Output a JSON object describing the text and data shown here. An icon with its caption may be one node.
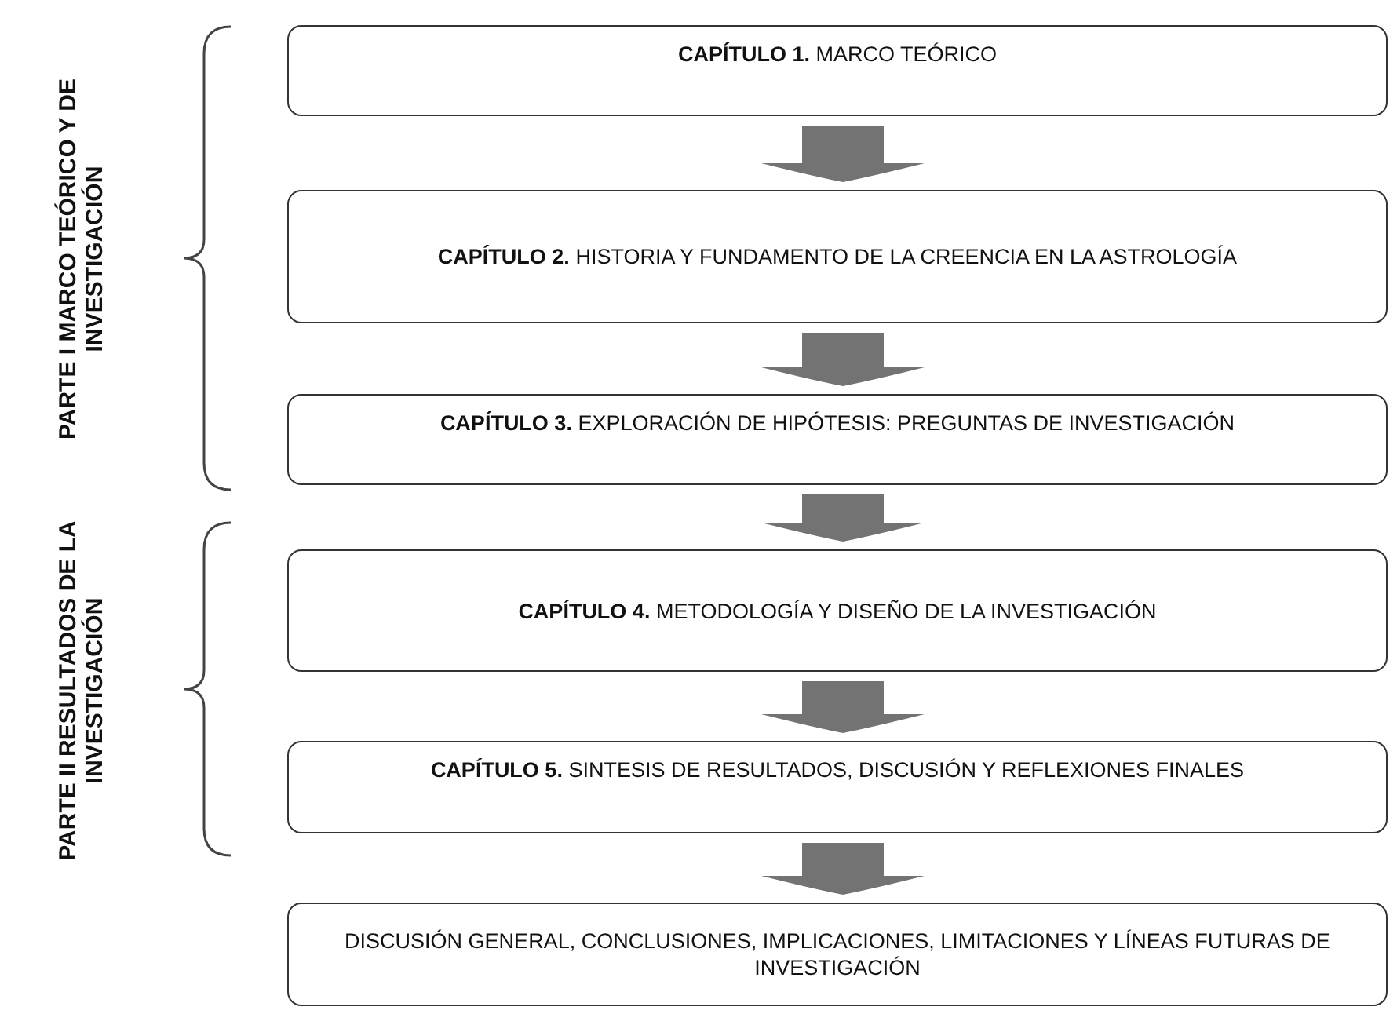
{
  "diagram": {
    "nodes": [
      {
        "text": [
          "**CAPÍTULO 1.** MARCO TEÓRICO"
        ]
      },
      {
        "text": [
          "**CAPÍTULO 2.** HISTORIA Y FUNDAMENTO DE LA CREENCIA EN LA ASTROLOGÍA"
        ]
      },
      {
        "text": [
          "**CAPÍTULO 3.** EXPLORACIÓN DE HIPÓTESIS: PREGUNTAS DE INVESTIGACIÓN"
        ]
      },
      {
        "text": [
          "**CAPÍTULO 4.** METODOLOGÍA Y DISEÑO DE LA INVESTIGACIÓN"
        ]
      },
      {
        "text": [
          "**CAPÍTULO 5.** SINTESIS DE RESULTADOS, DISCUSIÓN Y REFLEXIONES FINALES"
        ]
      },
      {
        "text": [
          "DISCUSIÓN GENERAL, CONCLUSIONES, IMPLICACIONES, LIMITACIONES Y LÍNEAS FUTURAS DE INVESTIGACIÓN"
        ]
      }
    ],
    "edges": [
      {
        "from": 0,
        "to": 1,
        "arrow": "to"
      },
      {
        "from": 1,
        "to": 2,
        "arrow": "to"
      },
      {
        "from": 2,
        "to": 3,
        "arrow": "to"
      },
      {
        "from": 3,
        "to": 4,
        "arrow": "to"
      },
      {
        "from": 4,
        "to": 5,
        "arrow": "to"
      }
    ],
    "labels": [
      "PARTE I MARCO TEÓRICO Y DE INVESTIGACIÓN",
      "PARTE II RESULTADOS DE LA INVESTIGACIÓN"
    ]
  }
}
